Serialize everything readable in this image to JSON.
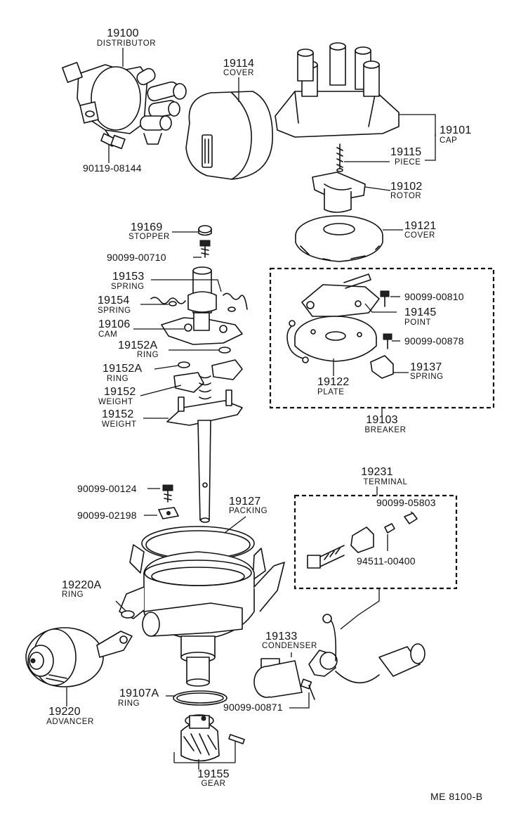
{
  "parts": [
    {
      "id": "p19100",
      "number": "19100",
      "name": "DISTRIBUTOR"
    },
    {
      "id": "p19114",
      "number": "19114",
      "name": "COVER"
    },
    {
      "id": "p19101",
      "number": "19101",
      "name": "CAP"
    },
    {
      "id": "p90119",
      "number": "90119-08144",
      "name": ""
    },
    {
      "id": "p19115",
      "number": "19115",
      "name": "PIECE"
    },
    {
      "id": "p19102",
      "number": "19102",
      "name": "ROTOR"
    },
    {
      "id": "p19169",
      "number": "19169",
      "name": "STOPPER"
    },
    {
      "id": "p19121",
      "number": "19121",
      "name": "COVER"
    },
    {
      "id": "p90099_00710",
      "number": "90099-00710",
      "name": ""
    },
    {
      "id": "p19153",
      "number": "19153",
      "name": "SPRING"
    },
    {
      "id": "p90099_00810",
      "number": "90099-00810",
      "name": ""
    },
    {
      "id": "p19154",
      "number": "19154",
      "name": "SPRING"
    },
    {
      "id": "p19145",
      "number": "19145",
      "name": "POINT"
    },
    {
      "id": "p19106",
      "number": "19106",
      "name": "CAM"
    },
    {
      "id": "p90099_00878",
      "number": "90099-00878",
      "name": ""
    },
    {
      "id": "p19152A_1",
      "number": "19152A",
      "name": "RING"
    },
    {
      "id": "p19152A_2",
      "number": "19152A",
      "name": "RING"
    },
    {
      "id": "p19137",
      "number": "19137",
      "name": "SPRING"
    },
    {
      "id": "p19122",
      "number": "19122",
      "name": "PLATE"
    },
    {
      "id": "p19152_1",
      "number": "19152",
      "name": "WEIGHT"
    },
    {
      "id": "p19152_2",
      "number": "19152",
      "name": "WEIGHT"
    },
    {
      "id": "p19103",
      "number": "19103",
      "name": "BREAKER"
    },
    {
      "id": "p19231",
      "number": "19231",
      "name": "TERMINAL"
    },
    {
      "id": "p90099_00124",
      "number": "90099-00124",
      "name": ""
    },
    {
      "id": "p90099_05803",
      "number": "90099-05803",
      "name": ""
    },
    {
      "id": "p19127",
      "number": "19127",
      "name": "PACKING"
    },
    {
      "id": "p90099_02198",
      "number": "90099-02198",
      "name": ""
    },
    {
      "id": "p94511",
      "number": "94511-00400",
      "name": ""
    },
    {
      "id": "p19220A",
      "number": "19220A",
      "name": "RING"
    },
    {
      "id": "p19133",
      "number": "19133",
      "name": "CONDENSER"
    },
    {
      "id": "p19107A",
      "number": "19107A",
      "name": "RING"
    },
    {
      "id": "p90099_00871",
      "number": "90099-00871",
      "name": ""
    },
    {
      "id": "p19220",
      "number": "19220",
      "name": "ADVANCER"
    },
    {
      "id": "p19155",
      "number": "19155",
      "name": "GEAR"
    }
  ],
  "footer": {
    "code": "ME  8100-B"
  }
}
